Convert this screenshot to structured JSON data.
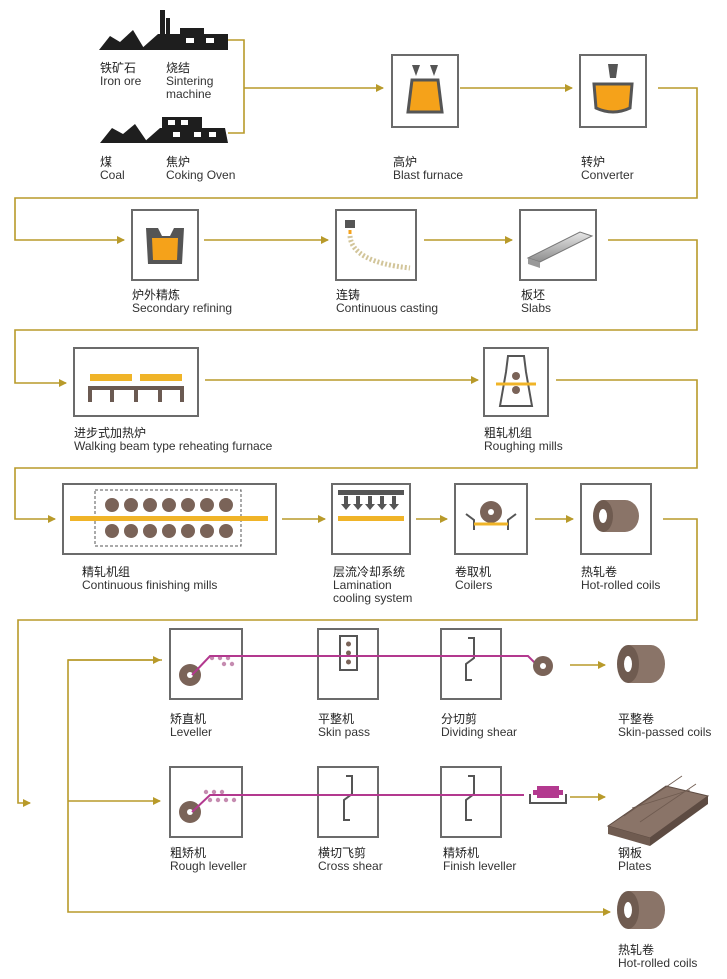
{
  "steps": {
    "iron_ore": {
      "zh": "铁矿石",
      "en": "Iron ore"
    },
    "sintering": {
      "zh": "烧结",
      "en": "Sintering machine"
    },
    "coal": {
      "zh": "煤",
      "en": "Coal"
    },
    "coking": {
      "zh": "焦炉",
      "en": "Coking Oven"
    },
    "blast": {
      "zh": "高炉",
      "en": "Blast furnace"
    },
    "converter": {
      "zh": "转炉",
      "en": "Converter"
    },
    "secondary": {
      "zh": "炉外精炼",
      "en": "Secondary refining"
    },
    "casting": {
      "zh": "连铸",
      "en": "Continuous casting"
    },
    "slabs": {
      "zh": "板坯",
      "en": "Slabs"
    },
    "reheating": {
      "zh": "进步式加热炉",
      "en": "Walking beam type reheating furnace"
    },
    "roughing": {
      "zh": "粗轧机组",
      "en": "Roughing mills"
    },
    "finishing": {
      "zh": "精轧机组",
      "en": "Continuous finishing mills"
    },
    "lamination": {
      "zh": "层流冷却系统",
      "en": "Lamination cooling system"
    },
    "coilers": {
      "zh": "卷取机",
      "en": "Coilers"
    },
    "hot_coils": {
      "zh": "热轧卷",
      "en": "Hot-rolled coils"
    },
    "leveller": {
      "zh": "矫直机",
      "en": "Leveller"
    },
    "skin_pass": {
      "zh": "平整机",
      "en": "Skin pass"
    },
    "dividing": {
      "zh": "分切剪",
      "en": "Dividing shear"
    },
    "skin_coils": {
      "zh": "平整卷",
      "en": "Skin-passed coils"
    },
    "rough_leveller": {
      "zh": "粗矫机",
      "en": "Rough leveller"
    },
    "cross_shear": {
      "zh": "横切飞剪",
      "en": "Cross shear"
    },
    "finish_leveller": {
      "zh": "精矫机",
      "en": "Finish leveller"
    },
    "plates": {
      "zh": "钢板",
      "en": "Plates"
    },
    "hot_coils_2": {
      "zh": "热轧卷",
      "en": "Hot-rolled coils"
    }
  },
  "colors": {
    "arrow": "#b89a2a",
    "strip": "#f0b428",
    "steel": "#7a6358",
    "magenta": "#b3398f",
    "molten": "#f5a21a"
  }
}
